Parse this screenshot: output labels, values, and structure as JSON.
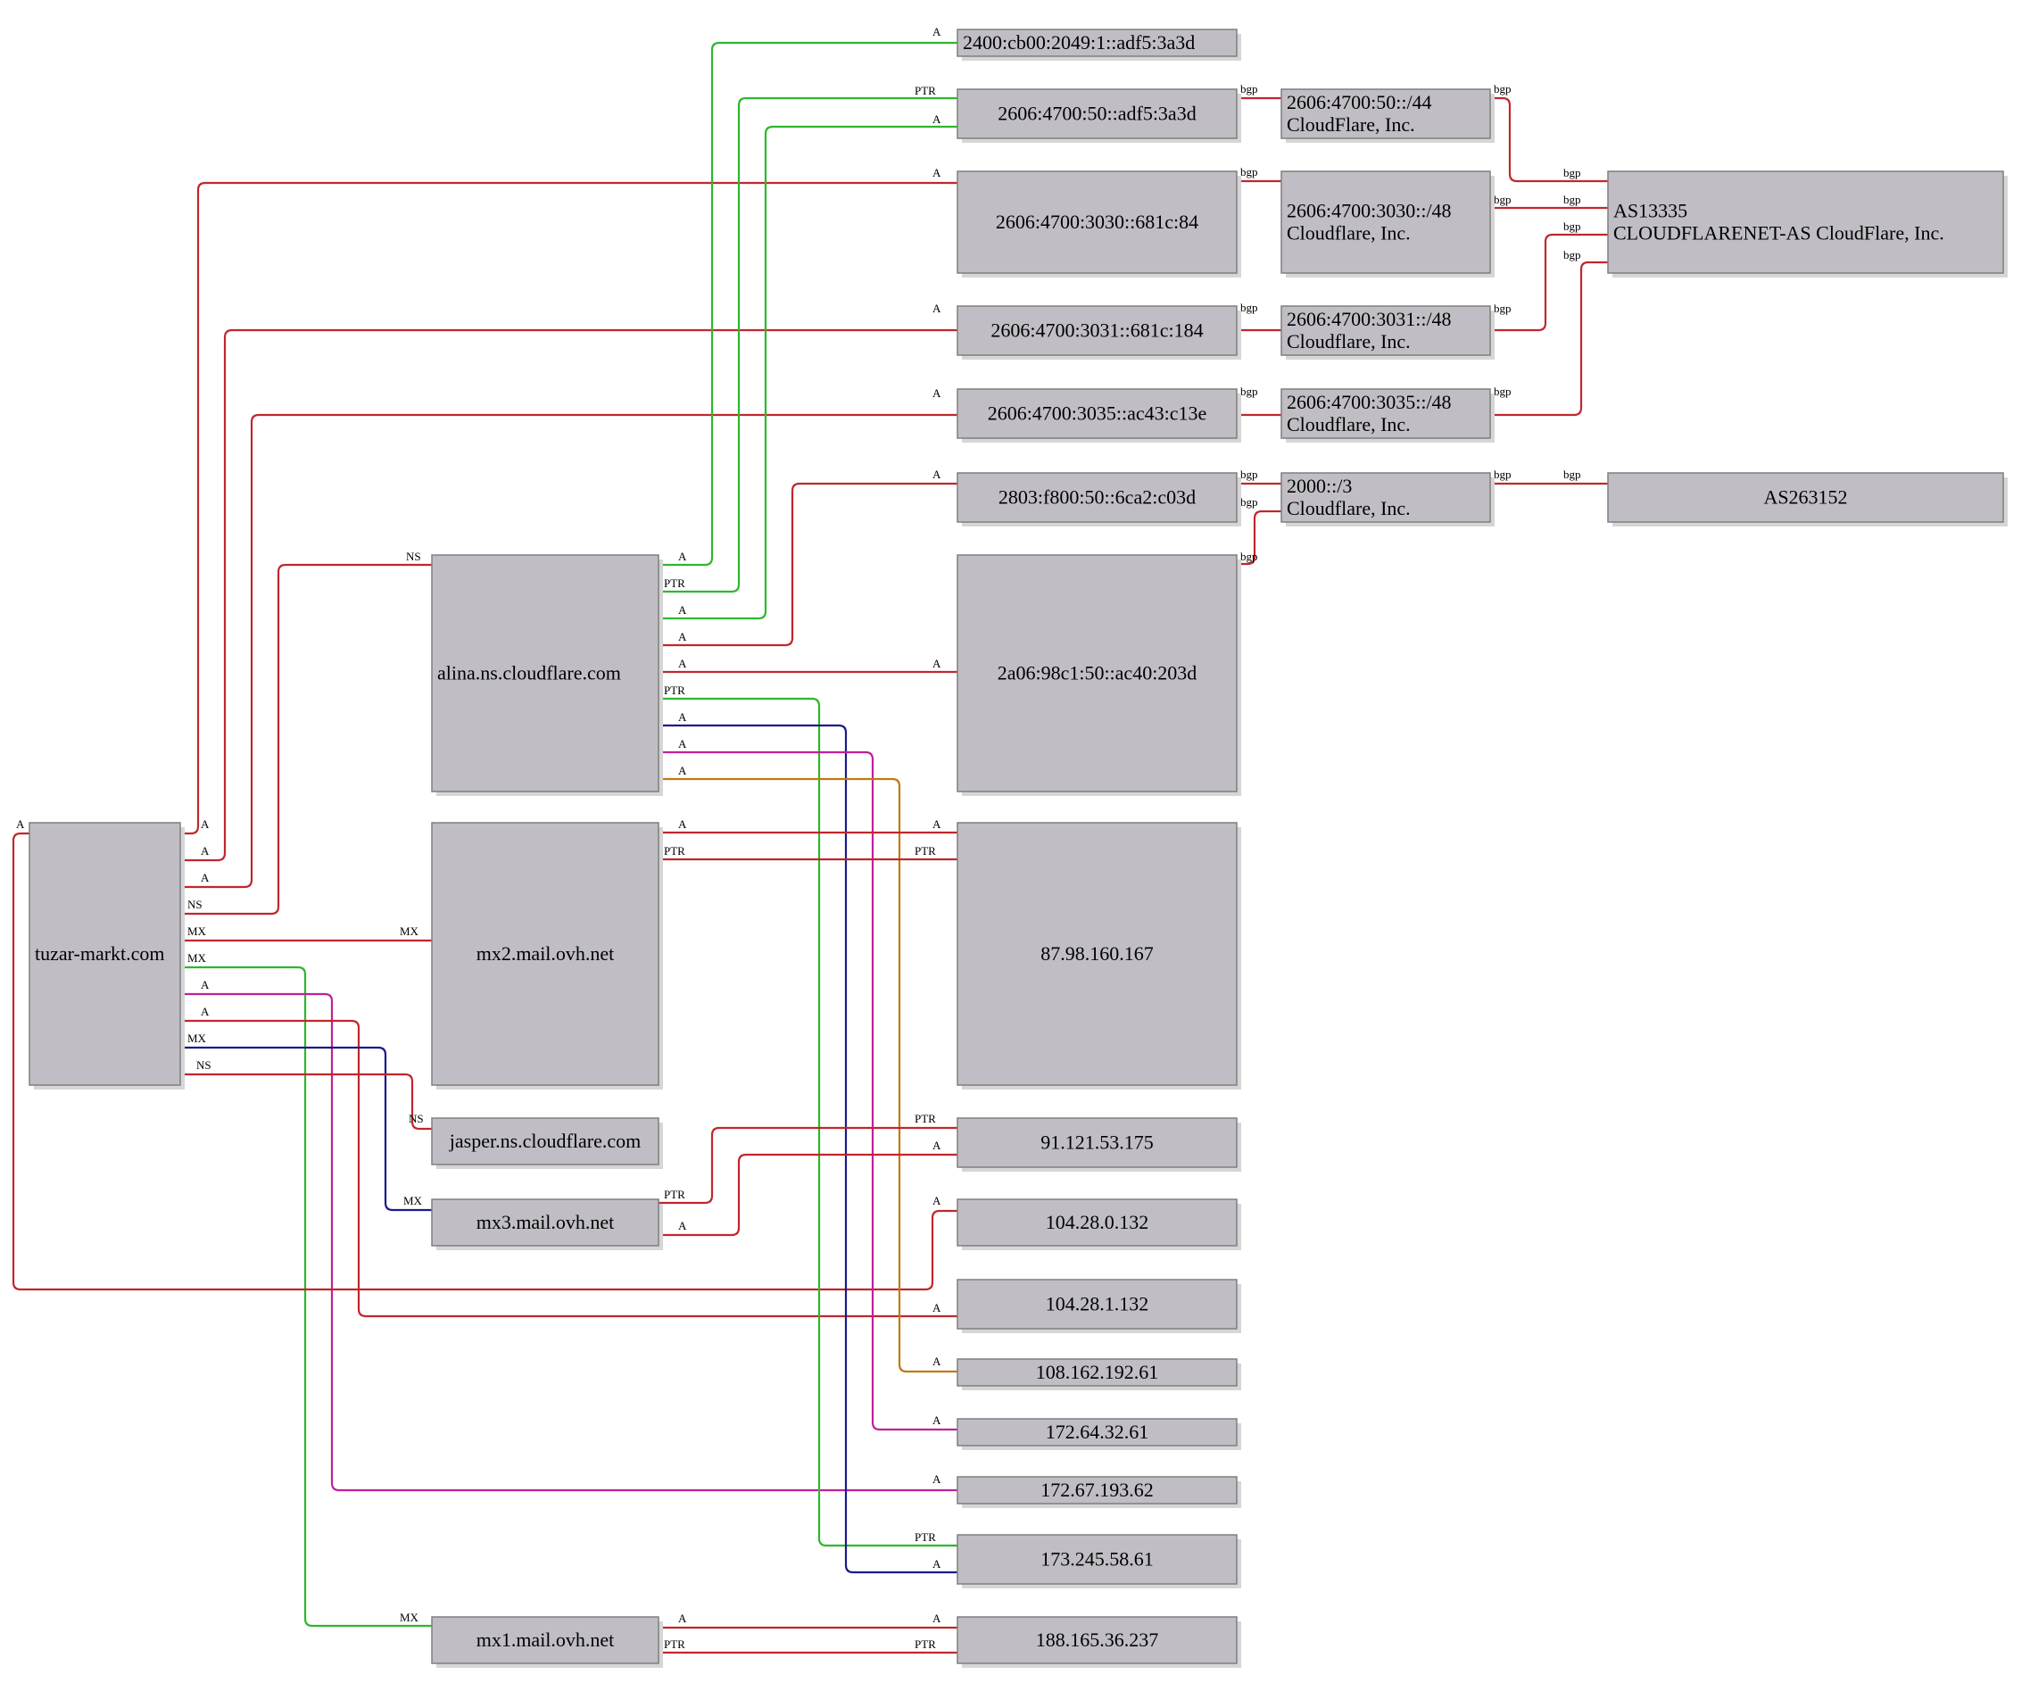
{
  "colors": {
    "node_fill": "#c0bec4",
    "node_border": "#7f7f7f",
    "red": "#c0272d",
    "green": "#2db82d",
    "blue": "#1a1a8c",
    "magenta": "#c0209b",
    "orange": "#c07a10"
  },
  "nodes": [
    {
      "id": "tuzar",
      "lines": [
        "tuzar-markt.com"
      ]
    },
    {
      "id": "alina",
      "lines": [
        "alina.ns.cloudflare.com"
      ]
    },
    {
      "id": "mx2",
      "lines": [
        "mx2.mail.ovh.net"
      ]
    },
    {
      "id": "jasper",
      "lines": [
        "jasper.ns.cloudflare.com"
      ]
    },
    {
      "id": "mx3",
      "lines": [
        "mx3.mail.ovh.net"
      ]
    },
    {
      "id": "mx1",
      "lines": [
        "mx1.mail.ovh.net"
      ]
    },
    {
      "id": "ip_2400",
      "lines": [
        "2400:cb00:2049:1::adf5:3a3d"
      ]
    },
    {
      "id": "ip_2606_50",
      "lines": [
        "2606:4700:50::adf5:3a3d"
      ]
    },
    {
      "id": "ip_3030",
      "lines": [
        "2606:4700:3030::681c:84"
      ]
    },
    {
      "id": "ip_3031",
      "lines": [
        "2606:4700:3031::681c:184"
      ]
    },
    {
      "id": "ip_3035",
      "lines": [
        "2606:4700:3035::ac43:c13e"
      ]
    },
    {
      "id": "ip_2803",
      "lines": [
        "2803:f800:50::6ca2:c03d"
      ]
    },
    {
      "id": "ip_2a06",
      "lines": [
        "2a06:98c1:50::ac40:203d"
      ]
    },
    {
      "id": "ip_87",
      "lines": [
        "87.98.160.167"
      ]
    },
    {
      "id": "ip_91",
      "lines": [
        "91.121.53.175"
      ]
    },
    {
      "id": "ip_104_0",
      "lines": [
        "104.28.0.132"
      ]
    },
    {
      "id": "ip_104_1",
      "lines": [
        "104.28.1.132"
      ]
    },
    {
      "id": "ip_108",
      "lines": [
        "108.162.192.61"
      ]
    },
    {
      "id": "ip_172_64",
      "lines": [
        "172.64.32.61"
      ]
    },
    {
      "id": "ip_172_67",
      "lines": [
        "172.67.193.62"
      ]
    },
    {
      "id": "ip_173",
      "lines": [
        "173.245.58.61"
      ]
    },
    {
      "id": "ip_188",
      "lines": [
        "188.165.36.237"
      ]
    },
    {
      "id": "pfx_50_44",
      "lines": [
        "2606:4700:50::/44",
        "CloudFlare, Inc."
      ]
    },
    {
      "id": "pfx_3030",
      "lines": [
        "2606:4700:3030::/48",
        "Cloudflare, Inc."
      ]
    },
    {
      "id": "pfx_3031",
      "lines": [
        "2606:4700:3031::/48",
        "Cloudflare, Inc."
      ]
    },
    {
      "id": "pfx_3035",
      "lines": [
        "2606:4700:3035::/48",
        "Cloudflare, Inc."
      ]
    },
    {
      "id": "pfx_2000",
      "lines": [
        "2000::/3",
        "Cloudflare, Inc."
      ]
    },
    {
      "id": "as13335",
      "lines": [
        "AS13335",
        "CLOUDFLARENET-AS CloudFlare, Inc."
      ]
    },
    {
      "id": "as263152",
      "lines": [
        "AS263152"
      ]
    }
  ],
  "edges": [
    {
      "from": "tuzar",
      "to": "ip_104_0",
      "tail": "A",
      "head": "",
      "color": "red"
    },
    {
      "from": "tuzar",
      "to": "ip_3030",
      "tail": "A",
      "head": "A",
      "color": "red"
    },
    {
      "from": "tuzar",
      "to": "ip_3031",
      "tail": "A",
      "head": "A",
      "color": "red"
    },
    {
      "from": "tuzar",
      "to": "ip_3035",
      "tail": "A",
      "head": "A",
      "color": "red"
    },
    {
      "from": "tuzar",
      "to": "alina",
      "tail": "NS",
      "head": "NS",
      "color": "red"
    },
    {
      "from": "tuzar",
      "to": "mx2",
      "tail": "MX",
      "head": "MX",
      "color": "red"
    },
    {
      "from": "tuzar",
      "to": "mx1",
      "tail": "MX",
      "head": "MX",
      "color": "green"
    },
    {
      "from": "tuzar",
      "to": "ip_172_67",
      "tail": "A",
      "head": "A",
      "color": "magenta"
    },
    {
      "from": "tuzar",
      "to": "ip_104_1",
      "tail": "A",
      "head": "A",
      "color": "red"
    },
    {
      "from": "tuzar",
      "to": "mx3",
      "tail": "MX",
      "head": "MX",
      "color": "blue"
    },
    {
      "from": "tuzar",
      "to": "jasper",
      "tail": "NS",
      "head": "NS",
      "color": "red"
    },
    {
      "from": "tuzar",
      "to": "ip_104_0",
      "tail": "",
      "head": "A",
      "color": "red"
    },
    {
      "from": "alina",
      "to": "ip_2400",
      "tail": "A",
      "head": "A",
      "color": "green"
    },
    {
      "from": "alina",
      "to": "ip_2606_50",
      "tail": "PTR",
      "head": "PTR",
      "color": "green"
    },
    {
      "from": "alina",
      "to": "ip_2606_50",
      "tail": "A",
      "head": "A",
      "color": "green"
    },
    {
      "from": "alina",
      "to": "ip_2803",
      "tail": "A",
      "head": "A",
      "color": "red"
    },
    {
      "from": "alina",
      "to": "ip_2a06",
      "tail": "A",
      "head": "A",
      "color": "red"
    },
    {
      "from": "alina",
      "to": "ip_173",
      "tail": "PTR",
      "head": "PTR",
      "color": "green"
    },
    {
      "from": "alina",
      "to": "ip_173",
      "tail": "A",
      "head": "A",
      "color": "blue"
    },
    {
      "from": "alina",
      "to": "ip_172_64",
      "tail": "A",
      "head": "A",
      "color": "magenta"
    },
    {
      "from": "alina",
      "to": "ip_108",
      "tail": "A",
      "head": "A",
      "color": "orange"
    },
    {
      "from": "mx2",
      "to": "ip_87",
      "tail": "A",
      "head": "A",
      "color": "red"
    },
    {
      "from": "mx2",
      "to": "ip_87",
      "tail": "PTR",
      "head": "PTR",
      "color": "red"
    },
    {
      "from": "mx3",
      "to": "ip_91",
      "tail": "PTR",
      "head": "PTR",
      "color": "red"
    },
    {
      "from": "mx3",
      "to": "ip_91",
      "tail": "A",
      "head": "A",
      "color": "red"
    },
    {
      "from": "mx1",
      "to": "ip_188",
      "tail": "A",
      "head": "A",
      "color": "red"
    },
    {
      "from": "mx1",
      "to": "ip_188",
      "tail": "PTR",
      "head": "PTR",
      "color": "red"
    },
    {
      "from": "ip_2606_50",
      "to": "pfx_50_44",
      "tail": "bgp",
      "head": "",
      "color": "red"
    },
    {
      "from": "ip_3030",
      "to": "pfx_3030",
      "tail": "bgp",
      "head": "",
      "color": "red"
    },
    {
      "from": "ip_3031",
      "to": "pfx_3031",
      "tail": "bgp",
      "head": "",
      "color": "red"
    },
    {
      "from": "ip_3035",
      "to": "pfx_3035",
      "tail": "bgp",
      "head": "",
      "color": "red"
    },
    {
      "from": "ip_2803",
      "to": "pfx_2000",
      "tail": "bgp",
      "head": "",
      "color": "red"
    },
    {
      "from": "ip_2a06",
      "to": "pfx_2000",
      "tail": "bgp",
      "head": "bgp",
      "color": "red"
    },
    {
      "from": "pfx_50_44",
      "to": "as13335",
      "tail": "bgp",
      "head": "bgp",
      "color": "red"
    },
    {
      "from": "pfx_3030",
      "to": "as13335",
      "tail": "bgp",
      "head": "bgp",
      "color": "red"
    },
    {
      "from": "pfx_3031",
      "to": "as13335",
      "tail": "bgp",
      "head": "bgp",
      "color": "red"
    },
    {
      "from": "pfx_3035",
      "to": "as13335",
      "tail": "bgp",
      "head": "bgp",
      "color": "red"
    },
    {
      "from": "pfx_2000",
      "to": "as263152",
      "tail": "bgp",
      "head": "bgp",
      "color": "red"
    }
  ]
}
